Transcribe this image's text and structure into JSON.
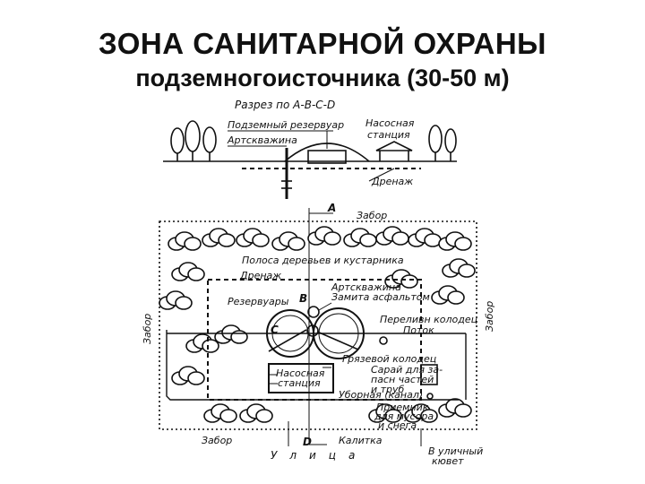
{
  "slide": {
    "title_line1": "ЗОНА САНИТАРНОЙ ОХРАНЫ",
    "title_line2": "подземногоисточника (30-50 м)"
  },
  "section": {
    "heading": "Разрез по А-В-С-D",
    "underground_reservoir": "Подземный резервуар",
    "artesian_well": "Артскважина",
    "pump_station": "Насосная\nстанция",
    "drainage": "Дренаж"
  },
  "plan": {
    "fence_top": "Забор",
    "fence_left": "Забор",
    "fence_right": "Забор",
    "fence_bottom": "Забор",
    "tree_belt": "Полоса деревьев и кустарника",
    "drainage": "Дренаж",
    "artesian_well": "Артскважина",
    "asphalt_cover": "Замита асфальтом",
    "reservoirs": "Резервуары",
    "overflow_well": "Переливн колодец",
    "flow": "Поток",
    "mud_well": "Грязевой колодец",
    "shed": "Сарай для за-\nпасн частей\nи труб",
    "pump_station": "Насосная\nстанция",
    "toilet": "Уборная (канал)",
    "receiver": "Приемник\nдля мусора\nи снега",
    "gate": "Калитка",
    "street": "Улица",
    "ditch": "В уличный\nкювет",
    "letters": [
      "A",
      "B",
      "C",
      "D"
    ]
  }
}
